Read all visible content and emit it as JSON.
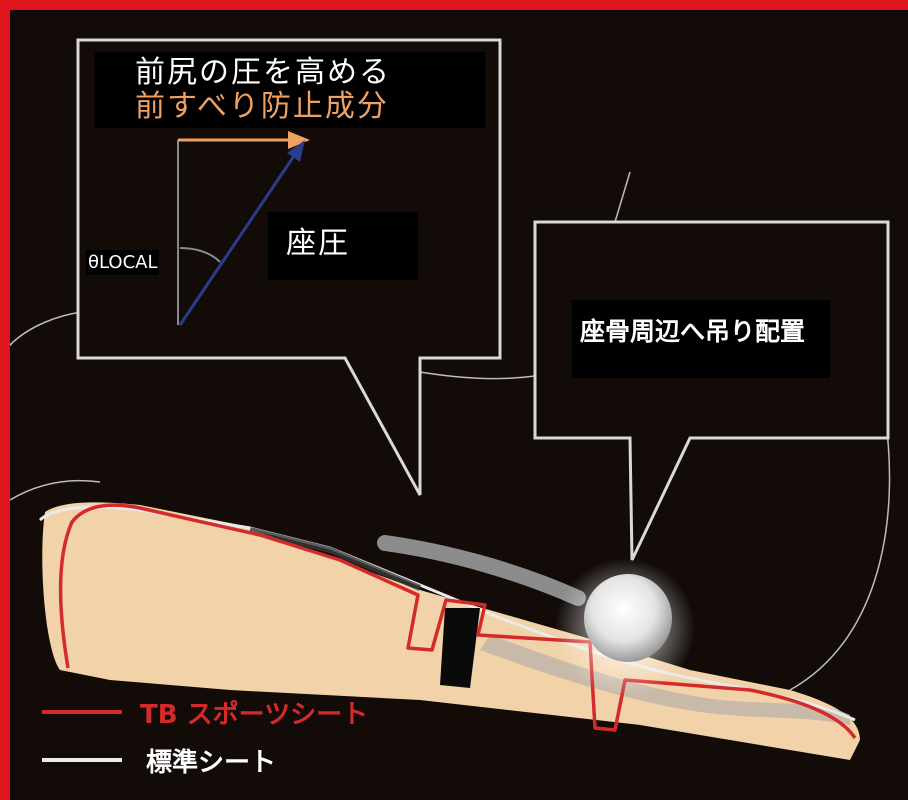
{
  "callout_top_left": {
    "line1": "前尻の圧を高める",
    "line2": "前すべり防止成分",
    "angle_label": "θLOCAL",
    "pressure_label": "座圧"
  },
  "callout_right": {
    "text": "座骨周辺へ吊り配置"
  },
  "legend": {
    "tb_sport": "TB スポーツシート",
    "standard": "標準シート"
  },
  "colors": {
    "frame_red": "#e0141c",
    "background": "#120b08",
    "cushion": "#f2d2a8",
    "accent_orange": "#f0a060",
    "tb_line": "#d42a2a",
    "arrow_blue": "#2a3d8a",
    "callout_border": "#d9d9d9"
  }
}
